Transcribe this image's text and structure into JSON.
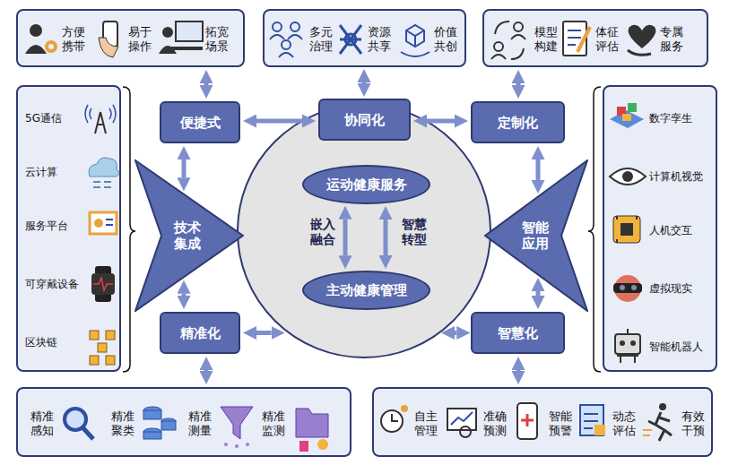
{
  "diagram": {
    "nodes": [
      {
        "text": [
          "方便 携带",
          "易于 操作",
          "拓宽 场景"
        ]
      },
      {
        "text": [
          "多元 治理",
          "资源 共享",
          "价值 共创"
        ]
      },
      {
        "text": [
          "模型 构建",
          "体征 评估",
          "专属 服务"
        ]
      },
      {
        "text": [
          "便捷式"
        ]
      },
      {
        "text": [
          "协同化"
        ]
      },
      {
        "text": [
          "定制化"
        ]
      },
      {
        "text": [
          "5G通信",
          "云计算",
          "服务平台",
          "可穿戴设备",
          "区块链"
        ]
      },
      {
        "text": [
          "技术 集成"
        ]
      },
      {
        "text": [
          "嵌入 融合",
          "智慧 转型"
        ]
      },
      {
        "text": [
          "运动健康服务"
        ],
        "in": 8
      },
      {
        "text": [
          "主动健康管理"
        ],
        "in": 8
      },
      {
        "text": [
          "智能 应用"
        ]
      },
      {
        "text": [
          "数字孪生",
          "计算机视觉",
          "人机交互",
          "虚拟现实",
          "智能机器人"
        ]
      },
      {
        "text": [
          "精准化"
        ]
      },
      {
        "text": [
          "智慧化"
        ]
      },
      {
        "text": [
          "精准 感知",
          "精准 聚类",
          "精准 测量",
          "精准 监测"
        ]
      },
      {
        "text": [
          "自主 管理",
          "准确 预测",
          "智能 预警",
          "动态 评估",
          "有效 干预"
        ]
      }
    ],
    "edges": [
      {
        "from": 0,
        "to": 3,
        "arrow": "both"
      },
      {
        "from": 1,
        "to": 4,
        "arrow": "both"
      },
      {
        "from": 2,
        "to": 5,
        "arrow": "both"
      },
      {
        "from": 3,
        "to": 4,
        "arrow": "both"
      },
      {
        "from": 4,
        "to": 5,
        "arrow": "both"
      },
      {
        "from": 3,
        "to": 7,
        "arrow": "both"
      },
      {
        "from": 7,
        "to": 13,
        "arrow": "both"
      },
      {
        "from": 5,
        "to": 11,
        "arrow": "both"
      },
      {
        "from": 11,
        "to": 14,
        "arrow": "both"
      },
      {
        "from": 9,
        "to": 10,
        "arrow": "both"
      },
      {
        "from": 9,
        "to": 10,
        "arrow": "both"
      },
      {
        "from": 13,
        "to": 8,
        "arrow": "both"
      },
      {
        "from": 14,
        "to": 8,
        "arrow": "both"
      },
      {
        "from": 13,
        "to": 15,
        "arrow": "both"
      },
      {
        "from": 14,
        "to": 16,
        "arrow": "both"
      }
    ]
  }
}
